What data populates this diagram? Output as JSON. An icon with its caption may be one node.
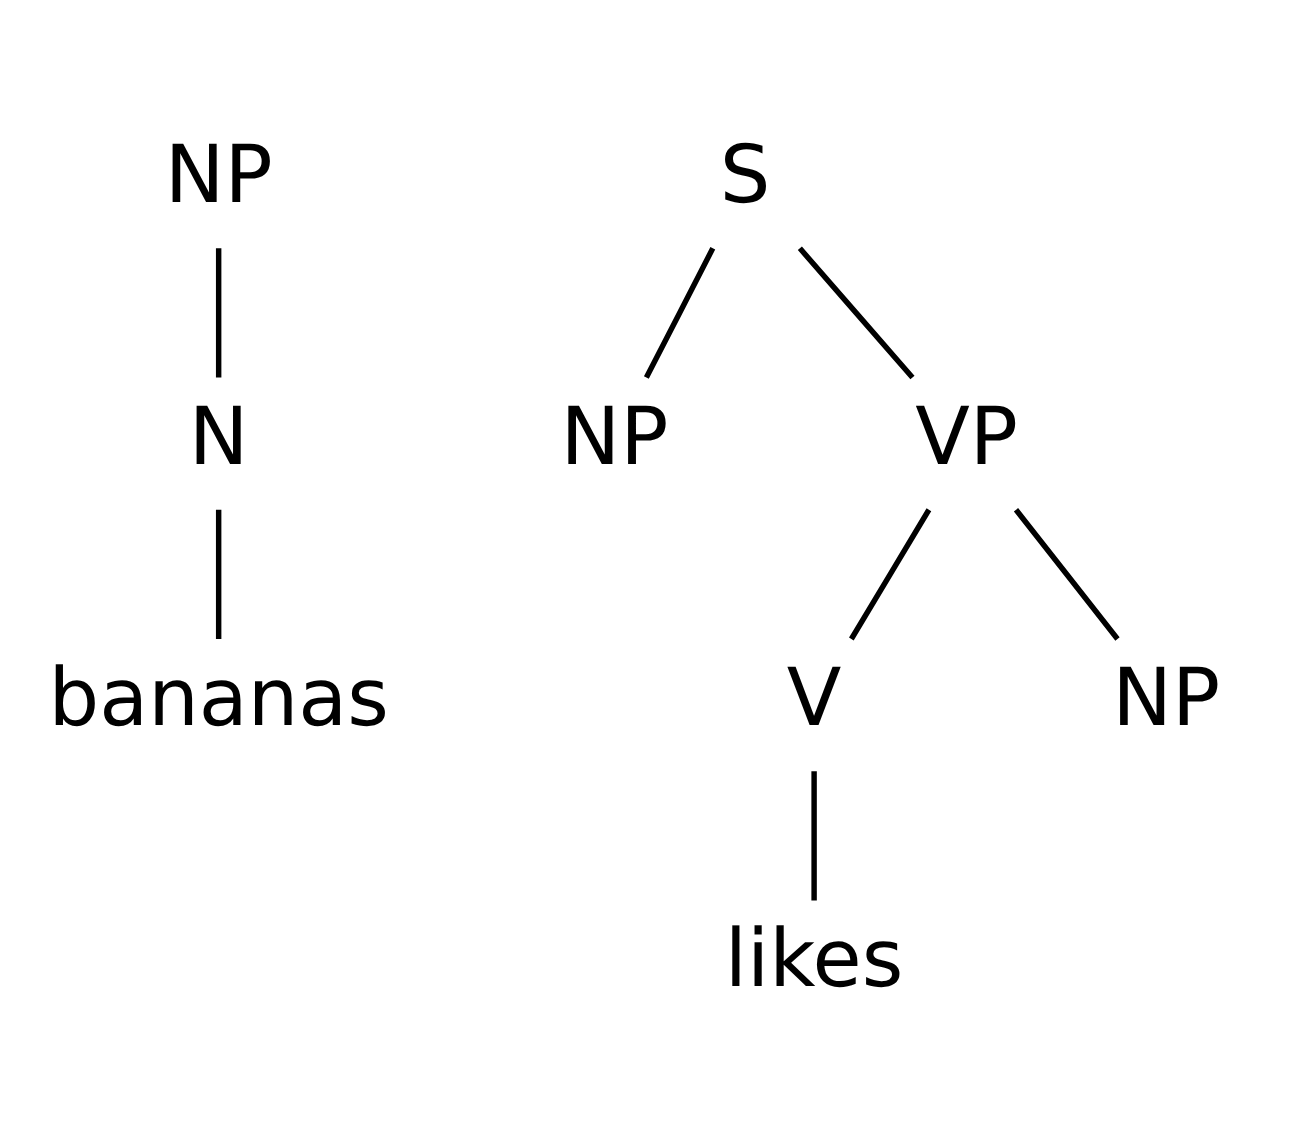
{
  "diagram": {
    "nodes": [
      {
        "text": [
          "S"
        ]
      },
      {
        "text": [
          "NP"
        ]
      },
      {
        "text": [
          "VP"
        ]
      },
      {
        "text": [
          "NP"
        ]
      },
      {
        "text": [
          "V"
        ]
      },
      {
        "text": [
          "NP"
        ]
      },
      {
        "text": [
          "N"
        ]
      },
      {
        "text": [
          "likes"
        ]
      },
      {
        "text": [
          "bananas"
        ]
      }
    ],
    "edges": [
      {
        "from": 0,
        "to": 1,
        "arrow": "none"
      },
      {
        "from": 0,
        "to": 2,
        "arrow": "none"
      },
      {
        "from": 2,
        "to": 4,
        "arrow": "none"
      },
      {
        "from": 2,
        "to": 5,
        "arrow": "none"
      },
      {
        "from": 4,
        "to": 7,
        "arrow": "none"
      },
      {
        "from": 3,
        "to": 6,
        "arrow": "none"
      },
      {
        "from": 6,
        "to": 8,
        "arrow": "none"
      }
    ]
  }
}
